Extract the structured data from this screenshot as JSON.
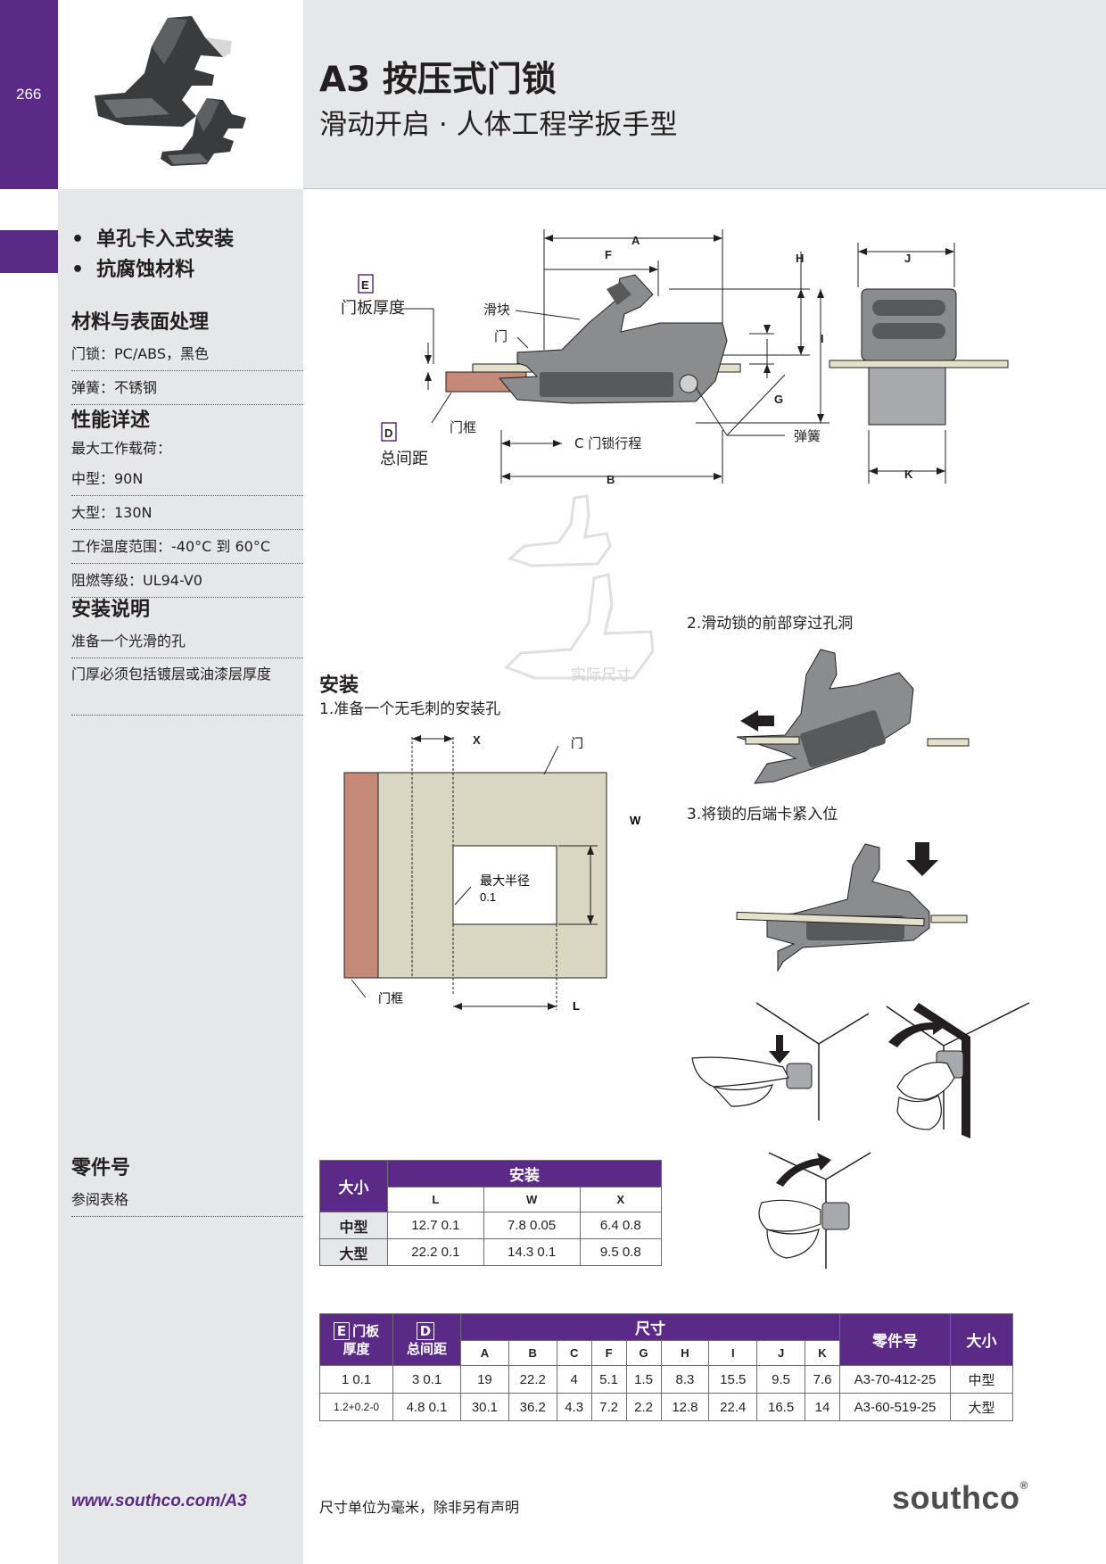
{
  "page_number": "266",
  "title": {
    "line1": "A3 按压式门锁",
    "line2": "滑动开启 · 人体工程学扳手型"
  },
  "features": [
    "单孔卡入式安装",
    "抗腐蚀材料"
  ],
  "materials": {
    "heading": "材料与表面处理",
    "rows": [
      "门锁：PC/ABS，黑色",
      "弹簧：不锈钢"
    ]
  },
  "performance": {
    "heading": "性能详述",
    "rows": [
      "最大工作载荷：",
      "中型：90N",
      "大型：130N",
      "工作温度范围：-40°C 到 60°C",
      "阻燃等级：UL94-V0"
    ]
  },
  "install_notes": {
    "heading": "安装说明",
    "rows": [
      "准备一个光滑的孔",
      "门厚必须包括镀层或油漆层厚度"
    ]
  },
  "part_number": {
    "heading": "零件号",
    "note": "参阅表格"
  },
  "diagram": {
    "box_e": "E",
    "box_d": "D",
    "label_door_thickness": "门板厚度",
    "label_total_gap": "总间距",
    "label_slider": "滑块",
    "label_door": "门",
    "label_frame": "门框",
    "label_spring": "弹簧",
    "label_travel": "C 门锁行程",
    "dims": {
      "A": "A",
      "B": "B",
      "F": "F",
      "G": "G",
      "H": "H",
      "I": "I",
      "J": "J",
      "K": "K"
    },
    "actual_size": "实际尺寸"
  },
  "installation": {
    "heading": "安装",
    "step1": "1.准备一个无毛刺的安装孔",
    "step2": "2.滑动锁的前部穿过孔洞",
    "step3": "3.将锁的后端卡紧入位",
    "cutout_door": "门",
    "cutout_frame": "门框",
    "cutout_radius": "最大半径",
    "cutout_radius_val": "0.1",
    "dim_x": "X",
    "dim_w": "W",
    "dim_l": "L"
  },
  "install_table": {
    "col_size": "大小",
    "col_install": "安装",
    "sub": [
      "L",
      "W",
      "X"
    ],
    "rows": [
      {
        "size": "中型",
        "L": "12.7  0.1",
        "W": "7.8  0.05",
        "X": "6.4  0.8"
      },
      {
        "size": "大型",
        "L": "22.2  0.1",
        "W": "14.3  0.1",
        "X": "9.5  0.8"
      }
    ]
  },
  "dims_table": {
    "col_e": "E",
    "col_e_text1": "门板",
    "col_e_text2": "厚度",
    "col_d": "D",
    "col_d_text": "总间距",
    "col_dims": "尺寸",
    "col_part": "零件号",
    "col_size": "大小",
    "sub": [
      "A",
      "B",
      "C",
      "F",
      "G",
      "H",
      "I",
      "J",
      "K"
    ],
    "rows": [
      {
        "E": "1   0.1",
        "D": "3   0.1",
        "vals": [
          "19",
          "22.2",
          "4",
          "5.1",
          "1.5",
          "8.3",
          "15.5",
          "9.5",
          "7.6"
        ],
        "part": "A3-70-412-25",
        "size": "中型"
      },
      {
        "E": "1.2+0.2-0",
        "D": "4.8   0.1",
        "vals": [
          "30.1",
          "36.2",
          "4.3",
          "7.2",
          "2.2",
          "12.8",
          "22.4",
          "16.5",
          "14"
        ],
        "part": "A3-60-519-25",
        "size": "大型"
      }
    ]
  },
  "footer": {
    "url": "www.southco.com/A3",
    "note": "尺寸单位为毫米，除非另有声明",
    "logo": "southco",
    "logo_mark": "®"
  },
  "colors": {
    "brand_purple": "#5b2a86",
    "panel_gray": "#e6e7e8",
    "latch_gray": "#8a8c8e",
    "frame_brown": "#c48a77",
    "door_beige": "#d9d6c2"
  }
}
